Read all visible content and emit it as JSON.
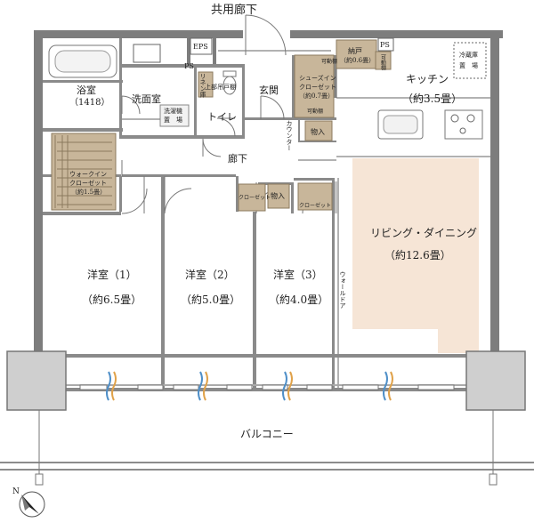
{
  "labels": {
    "common_corridor": "共用廊下",
    "eps": "EPS",
    "ps_top": "PS",
    "ps_kitchen": "PS",
    "bath": "浴室",
    "bath_size": "（1418）",
    "washroom": "洗面室",
    "linen": "リネン庫",
    "upper_shelf": "上部吊戸棚",
    "washer_1": "洗濯機",
    "washer_2": "置　場",
    "toilet": "トイレ",
    "entrance": "玄関",
    "shoes_1": "シューズイン",
    "shoes_2": "クローゼット",
    "shoes_size": "（約0.7畳）",
    "movable_shelf_1": "可動棚",
    "movable_shelf_2": "可動棚",
    "movable_shelf_3": "可動棚",
    "pantry": "納戸",
    "pantry_size": "（約0.6畳）",
    "fridge_1": "冷蔵庫",
    "fridge_2": "置　場",
    "kitchen": "キッチン",
    "kitchen_size": "（約3.5畳）",
    "counter": "カウンター",
    "storage_1": "物入",
    "storage_2": "物入",
    "corridor": "廊下",
    "wic_1": "ウォークイン",
    "wic_2": "クローゼット",
    "wic_size": "（約1.5畳）",
    "closet_1": "クローゼット",
    "closet_2": "クローゼット",
    "living": "リビング・ダイニング",
    "living_size": "（約12.6畳）",
    "room1": "洋室（1）",
    "room1_size": "（約6.5畳）",
    "room2": "洋室（2）",
    "room2_size": "（約5.0畳）",
    "room3": "洋室（3）",
    "room3_size": "（約4.0畳）",
    "wall_door": "ウォールドア",
    "balcony": "バルコニー",
    "north": "N"
  },
  "colors": {
    "wall": "#7d7d7d",
    "storage_fill": "#c8b69a",
    "living_highlight": "#f6e5d6",
    "airflow_blue": "#4f8fc8",
    "airflow_orange": "#e0a24a",
    "pillar": "#cfcfcf"
  },
  "icons": [
    "bathtub-icon",
    "kitchen-sink-icon",
    "stove-icon",
    "toilet-icon",
    "north-arrow-icon",
    "airflow-icon"
  ]
}
